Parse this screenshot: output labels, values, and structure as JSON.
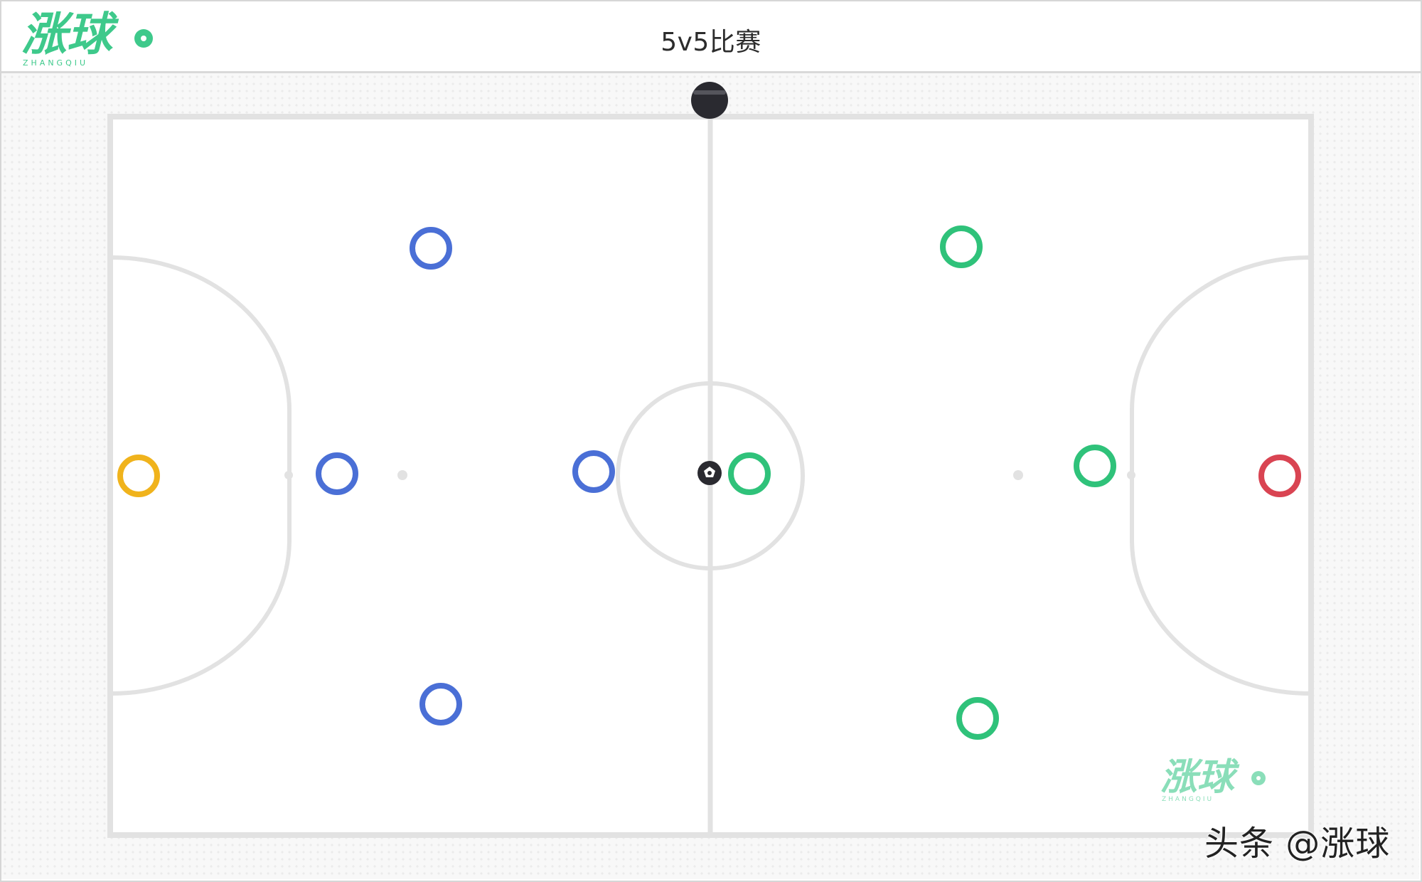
{
  "header": {
    "title": "5v5比赛",
    "logo_text": "涨球",
    "logo_subtext": "ZHANGQIU"
  },
  "watermark": {
    "logo_text": "涨球",
    "logo_subtext": "ZHANGQIU",
    "credit": "头条 @涨球"
  },
  "colors": {
    "brand_green": "#3ec98b",
    "team_blue": "#4a6fd6",
    "team_green": "#2fc27a",
    "goalkeeper_left": "#f0b31c",
    "goalkeeper_right": "#d94452",
    "pitch_lines": "#e2e2e2",
    "ball": "#2a2a30"
  },
  "players": [
    {
      "team": "blue",
      "role": "player",
      "icon": "ring-marker"
    },
    {
      "team": "blue",
      "role": "player",
      "icon": "ring-marker"
    },
    {
      "team": "blue",
      "role": "player",
      "icon": "ring-marker"
    },
    {
      "team": "blue",
      "role": "player",
      "icon": "ring-marker"
    },
    {
      "team": "green",
      "role": "player",
      "icon": "ring-marker"
    },
    {
      "team": "green",
      "role": "player",
      "icon": "ring-marker"
    },
    {
      "team": "green",
      "role": "player",
      "icon": "ring-marker"
    },
    {
      "team": "green",
      "role": "player",
      "icon": "ring-marker"
    },
    {
      "team": "yellow",
      "role": "goalkeeper",
      "icon": "ring-marker"
    },
    {
      "team": "red",
      "role": "goalkeeper",
      "icon": "ring-marker"
    }
  ],
  "ball": {
    "icon": "soccer-ball-icon"
  },
  "dock": {
    "icon": "drag-handle-icon"
  }
}
